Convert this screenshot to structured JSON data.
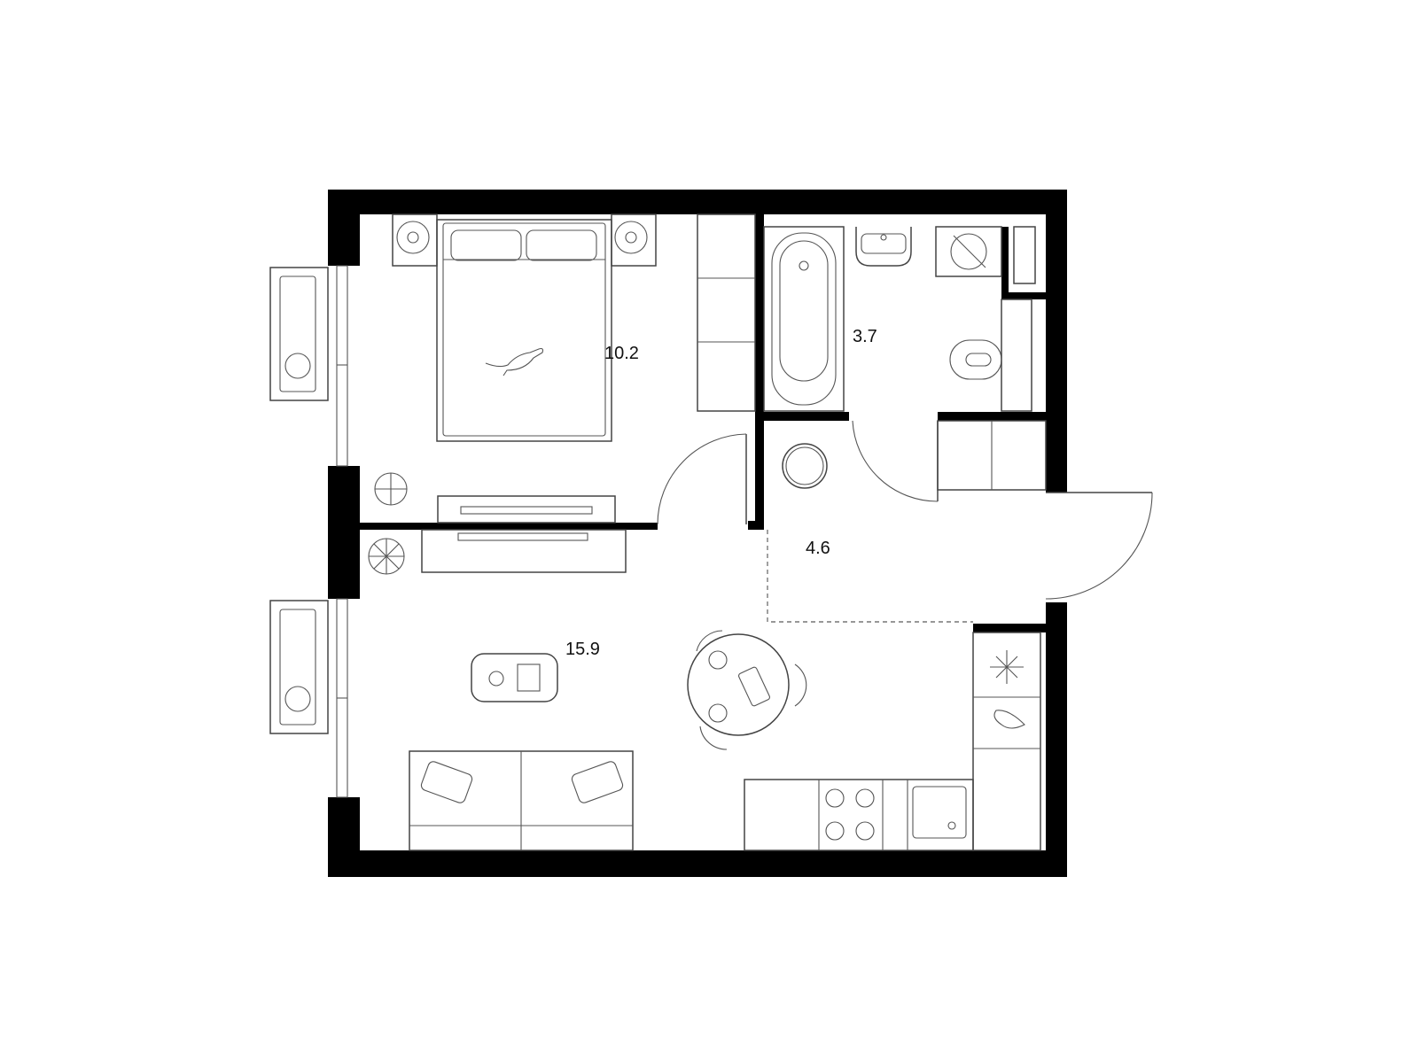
{
  "plan": {
    "type": "apartment floor plan",
    "units": "m²",
    "rooms": [
      {
        "name": "bedroom",
        "area": "10.2"
      },
      {
        "name": "bathroom",
        "area": "3.7"
      },
      {
        "name": "hallway",
        "area": "4.6"
      },
      {
        "name": "living-kitchen",
        "area": "15.9"
      }
    ]
  },
  "colors": {
    "wall": "#000000",
    "line": "#444444",
    "background": "#ffffff"
  }
}
